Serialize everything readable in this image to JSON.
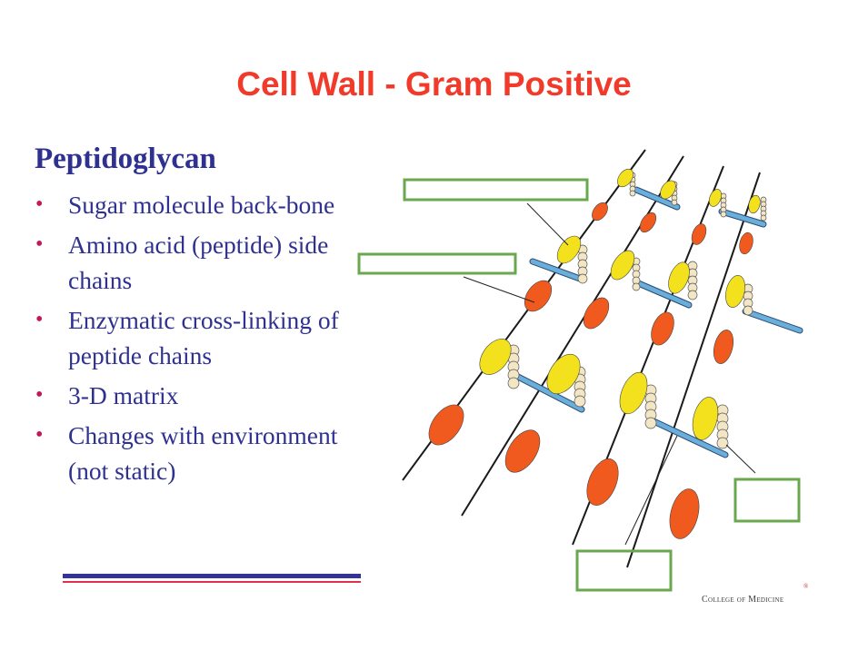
{
  "title": "Cell Wall - Gram Positive",
  "section": {
    "heading": "Peptidoglycan",
    "bullets": [
      "Sugar molecule back-bone",
      "Amino acid (peptide) side chains",
      "Enzymatic cross-linking of peptide chains",
      "3-D matrix",
      "Changes with environment (not static)"
    ]
  },
  "colors": {
    "title": "#f23a2a",
    "text": "#2f3190",
    "bullet": "#c2185b",
    "sugar_orange": "#f05a1e",
    "sugar_yellow": "#f4e11e",
    "crosslink_blue": "#6aaedc",
    "amino_bead": "#f2e6c4",
    "label_box": "#6aa84f"
  },
  "footer": {
    "logo_text": "College of Medicine",
    "mark": "®"
  }
}
